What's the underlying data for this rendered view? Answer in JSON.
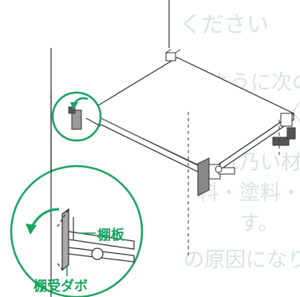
{
  "labels": {
    "shelf_board": "棚板",
    "shelf_dowel": "棚受ダボ"
  },
  "ghost_text": {
    "line1": "ください",
    "line2": "ジのように次のような方向",
    "line3": "掃去して〈ださい。",
    "line4": "おれ乃い材",
    "line5": "料・塗料・椅装",
    "line6": "す。",
    "line7": "の原因になり"
  },
  "colors": {
    "accent": "#1aa45f",
    "line": "#333333",
    "ghost": "#d6e6dc"
  }
}
